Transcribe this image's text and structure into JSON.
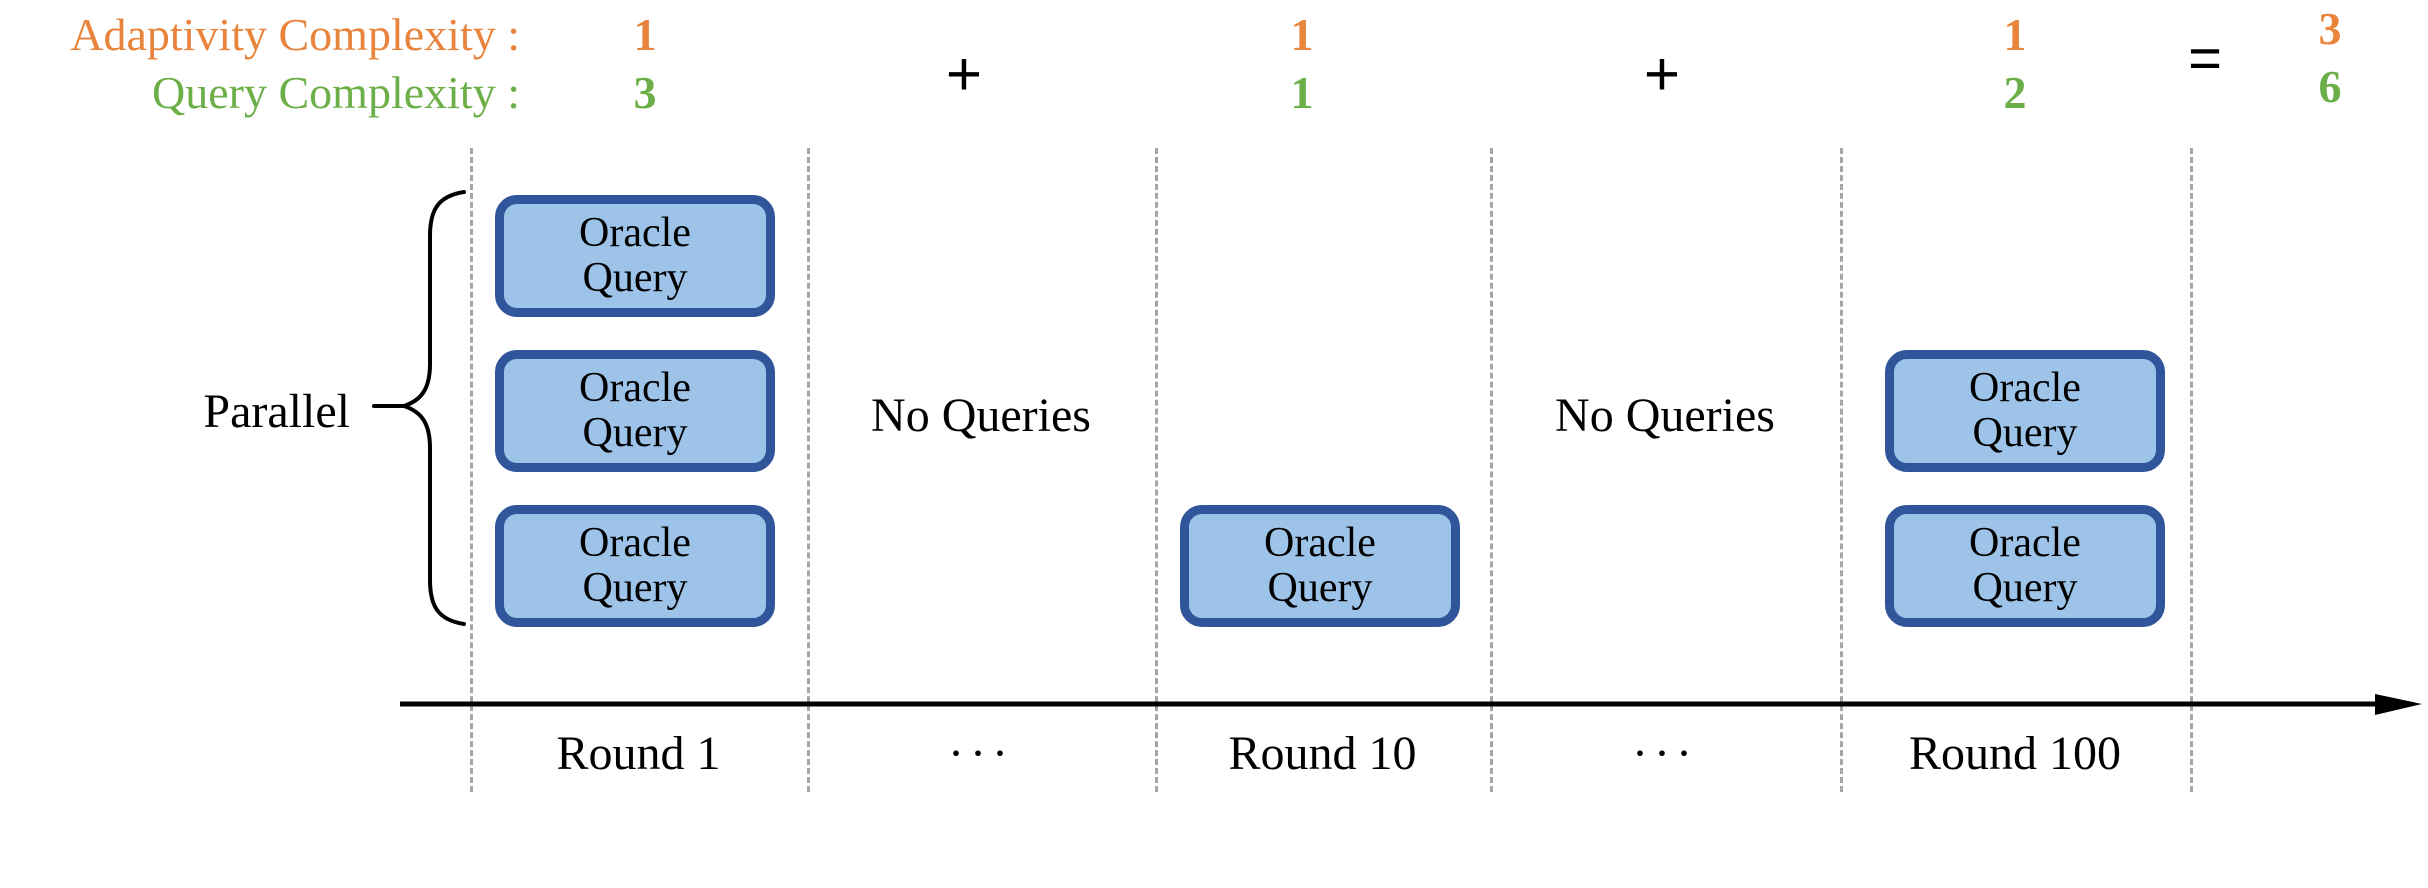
{
  "legend": {
    "adaptivity_label": "Adaptivity Complexity :",
    "query_label": "Query Complexity :",
    "adaptivity_color": "#E8843C",
    "query_color": "#6CAF48"
  },
  "summation": {
    "terms": [
      {
        "adaptivity": "1",
        "query": "3"
      },
      {
        "adaptivity": "1",
        "query": "1"
      },
      {
        "adaptivity": "1",
        "query": "2"
      }
    ],
    "operators": [
      "+",
      "+"
    ],
    "equals": "=",
    "total": {
      "adaptivity": "3",
      "query": "6"
    }
  },
  "parallel": {
    "label": "Parallel",
    "brace_icon": "curly-brace-icon"
  },
  "timeline": {
    "axis_icon": "arrow-right-icon",
    "columns": [
      {
        "caption": "Round 1",
        "kind": "queries",
        "boxes": [
          {
            "line1": "Oracle",
            "line2": "Query"
          },
          {
            "line1": "Oracle",
            "line2": "Query"
          },
          {
            "line1": "Oracle",
            "line2": "Query"
          }
        ]
      },
      {
        "caption": "···",
        "kind": "gap",
        "body_text": "No Queries",
        "boxes": []
      },
      {
        "caption": "Round 10",
        "kind": "queries",
        "boxes": [
          {
            "line1": "Oracle",
            "line2": "Query"
          }
        ]
      },
      {
        "caption": "···",
        "kind": "gap",
        "body_text": "No Queries",
        "boxes": []
      },
      {
        "caption": "Round 100",
        "kind": "queries",
        "boxes": [
          {
            "line1": "Oracle",
            "line2": "Query"
          },
          {
            "line1": "Oracle",
            "line2": "Query"
          }
        ]
      }
    ]
  },
  "style": {
    "box_fill": "#9DC3E8",
    "box_border": "#31559B",
    "divider_color": "#A6A6A6",
    "axis_color": "#000000"
  }
}
